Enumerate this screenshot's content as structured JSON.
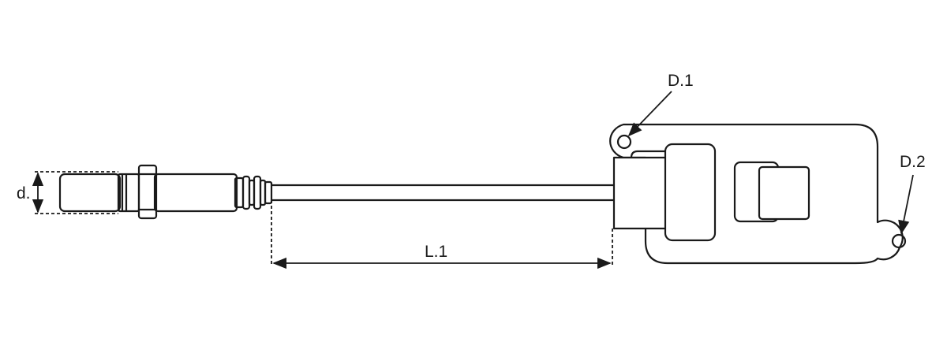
{
  "labels": {
    "d": "d.",
    "l1": "L.1",
    "d1": "D.1",
    "d2": "D.2"
  },
  "colors": {
    "stroke": "#1a1a1a",
    "background": "#ffffff"
  }
}
